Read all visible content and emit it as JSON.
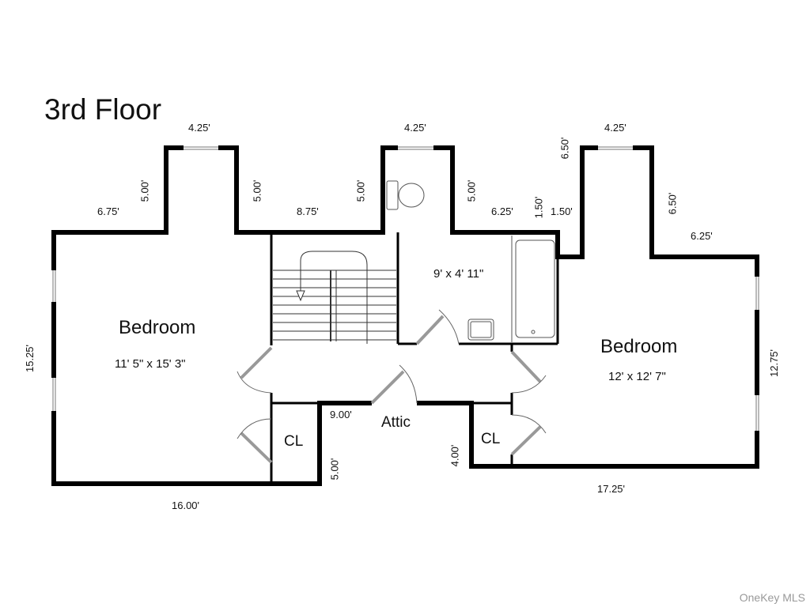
{
  "title": "3rd Floor",
  "rooms": {
    "bedroom_left": {
      "name": "Bedroom",
      "size": "11' 5\" x 15' 3\""
    },
    "bath": {
      "size": "9' x 4' 11\""
    },
    "bedroom_right": {
      "name": "Bedroom",
      "size": "12' x 12' 7\""
    },
    "closet_left": "CL",
    "closet_right": "CL",
    "attic": "Attic"
  },
  "dimensions": {
    "d_left_top_425": "4.25'",
    "d_left_dormer_l": "5.00'",
    "d_left_dormer_r": "5.00'",
    "d_675": "6.75'",
    "d_875": "8.75'",
    "d_bath_l": "5.00'",
    "d_bath_top": "4.25'",
    "d_bath_r": "5.00'",
    "d_625a": "6.25'",
    "d_150v": "1.50'",
    "d_150h": "1.50'",
    "d_650a": "6.50'",
    "d_right_top": "4.25'",
    "d_650b": "6.50'",
    "d_625b": "6.25'",
    "d_1525": "15.25'",
    "d_1275": "12.75'",
    "d_1600": "16.00'",
    "d_1725": "17.25'",
    "d_900": "9.00'",
    "d_500b": "5.00'",
    "d_400": "4.00'"
  },
  "watermark": "OneKey MLS"
}
